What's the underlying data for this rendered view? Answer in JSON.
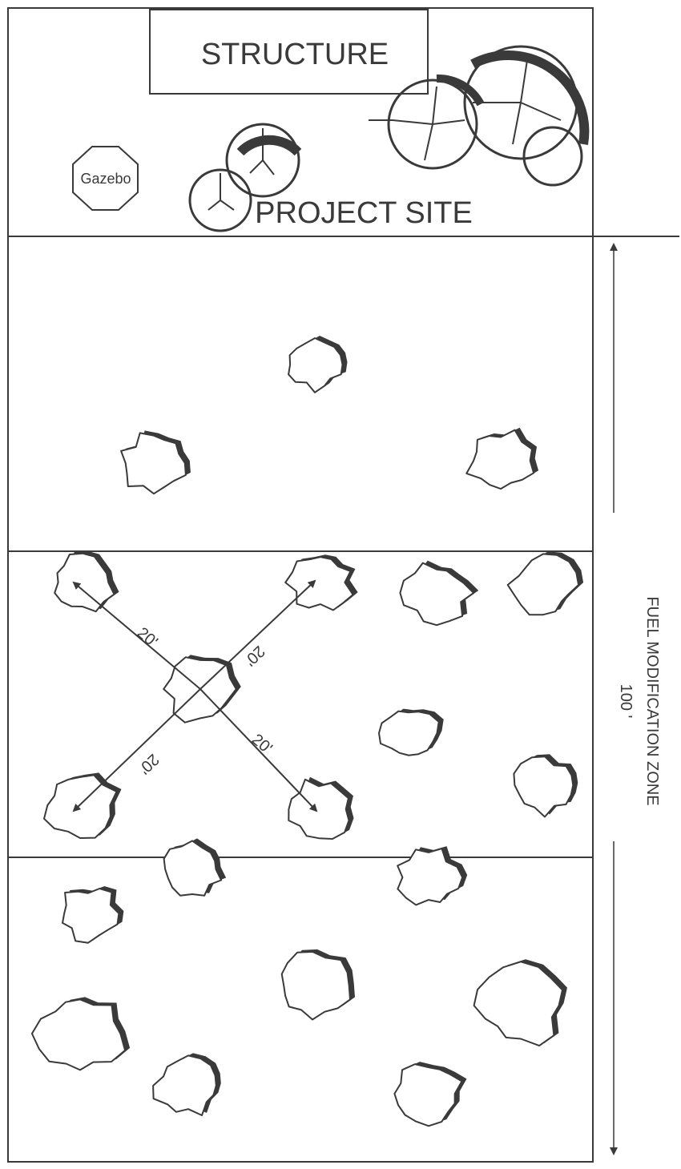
{
  "labels": {
    "structure": "STRUCTURE",
    "gazebo": "Gazebo",
    "project_site": "PROJECT SITE",
    "zone": "FUEL MODIFICATION ZONE",
    "zone_distance": "100 '",
    "spacing": [
      "20'",
      "20'",
      "20'",
      "20'"
    ]
  },
  "colors": {
    "ink": "#3a3a3a",
    "background": "#ffffff"
  }
}
